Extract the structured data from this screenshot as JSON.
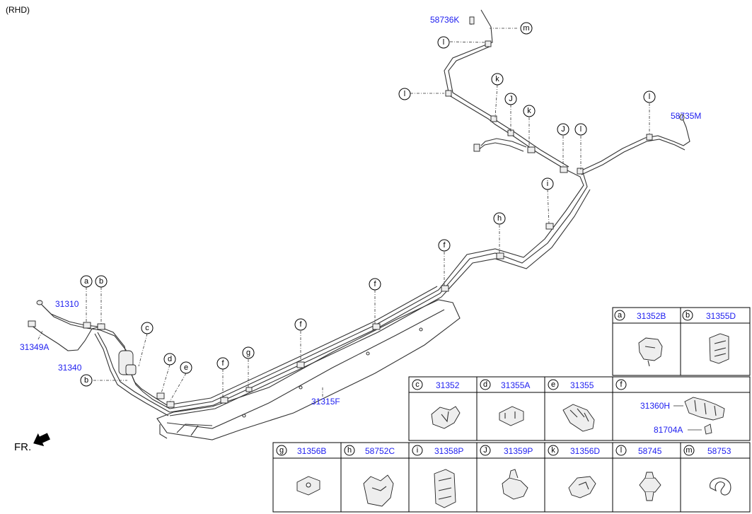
{
  "header": {
    "variant": "(RHD)"
  },
  "diagram": {
    "direction_label": "FR.",
    "part_labels": [
      {
        "id": "58736K",
        "text": "58736K"
      },
      {
        "id": "58735M",
        "text": "58735M"
      },
      {
        "id": "31310",
        "text": "31310"
      },
      {
        "id": "31349A",
        "text": "31349A"
      },
      {
        "id": "31340",
        "text": "31340"
      },
      {
        "id": "31315F",
        "text": "31315F"
      }
    ],
    "callouts": [
      "m",
      "l",
      "l",
      "k",
      "J",
      "k",
      "J",
      "l",
      "l",
      "i",
      "h",
      "f",
      "f",
      "f",
      "f",
      "a",
      "b",
      "c",
      "d",
      "e",
      "g",
      "b"
    ]
  },
  "legend": {
    "row1": [
      {
        "letter": "a",
        "part": "31352B"
      },
      {
        "letter": "b",
        "part": "31355D"
      }
    ],
    "row2": [
      {
        "letter": "c",
        "part": "31352"
      },
      {
        "letter": "d",
        "part": "31355A"
      },
      {
        "letter": "e",
        "part": "31355"
      },
      {
        "letter": "f",
        "part": "31360H",
        "sub_part": "81704A"
      }
    ],
    "row3": [
      {
        "letter": "g",
        "part": "31356B"
      },
      {
        "letter": "h",
        "part": "58752C"
      },
      {
        "letter": "i",
        "part": "31358P"
      },
      {
        "letter": "J",
        "part": "31359P"
      },
      {
        "letter": "k",
        "part": "31356D"
      },
      {
        "letter": "l",
        "part": "58745"
      },
      {
        "letter": "m",
        "part": "58753"
      }
    ]
  }
}
